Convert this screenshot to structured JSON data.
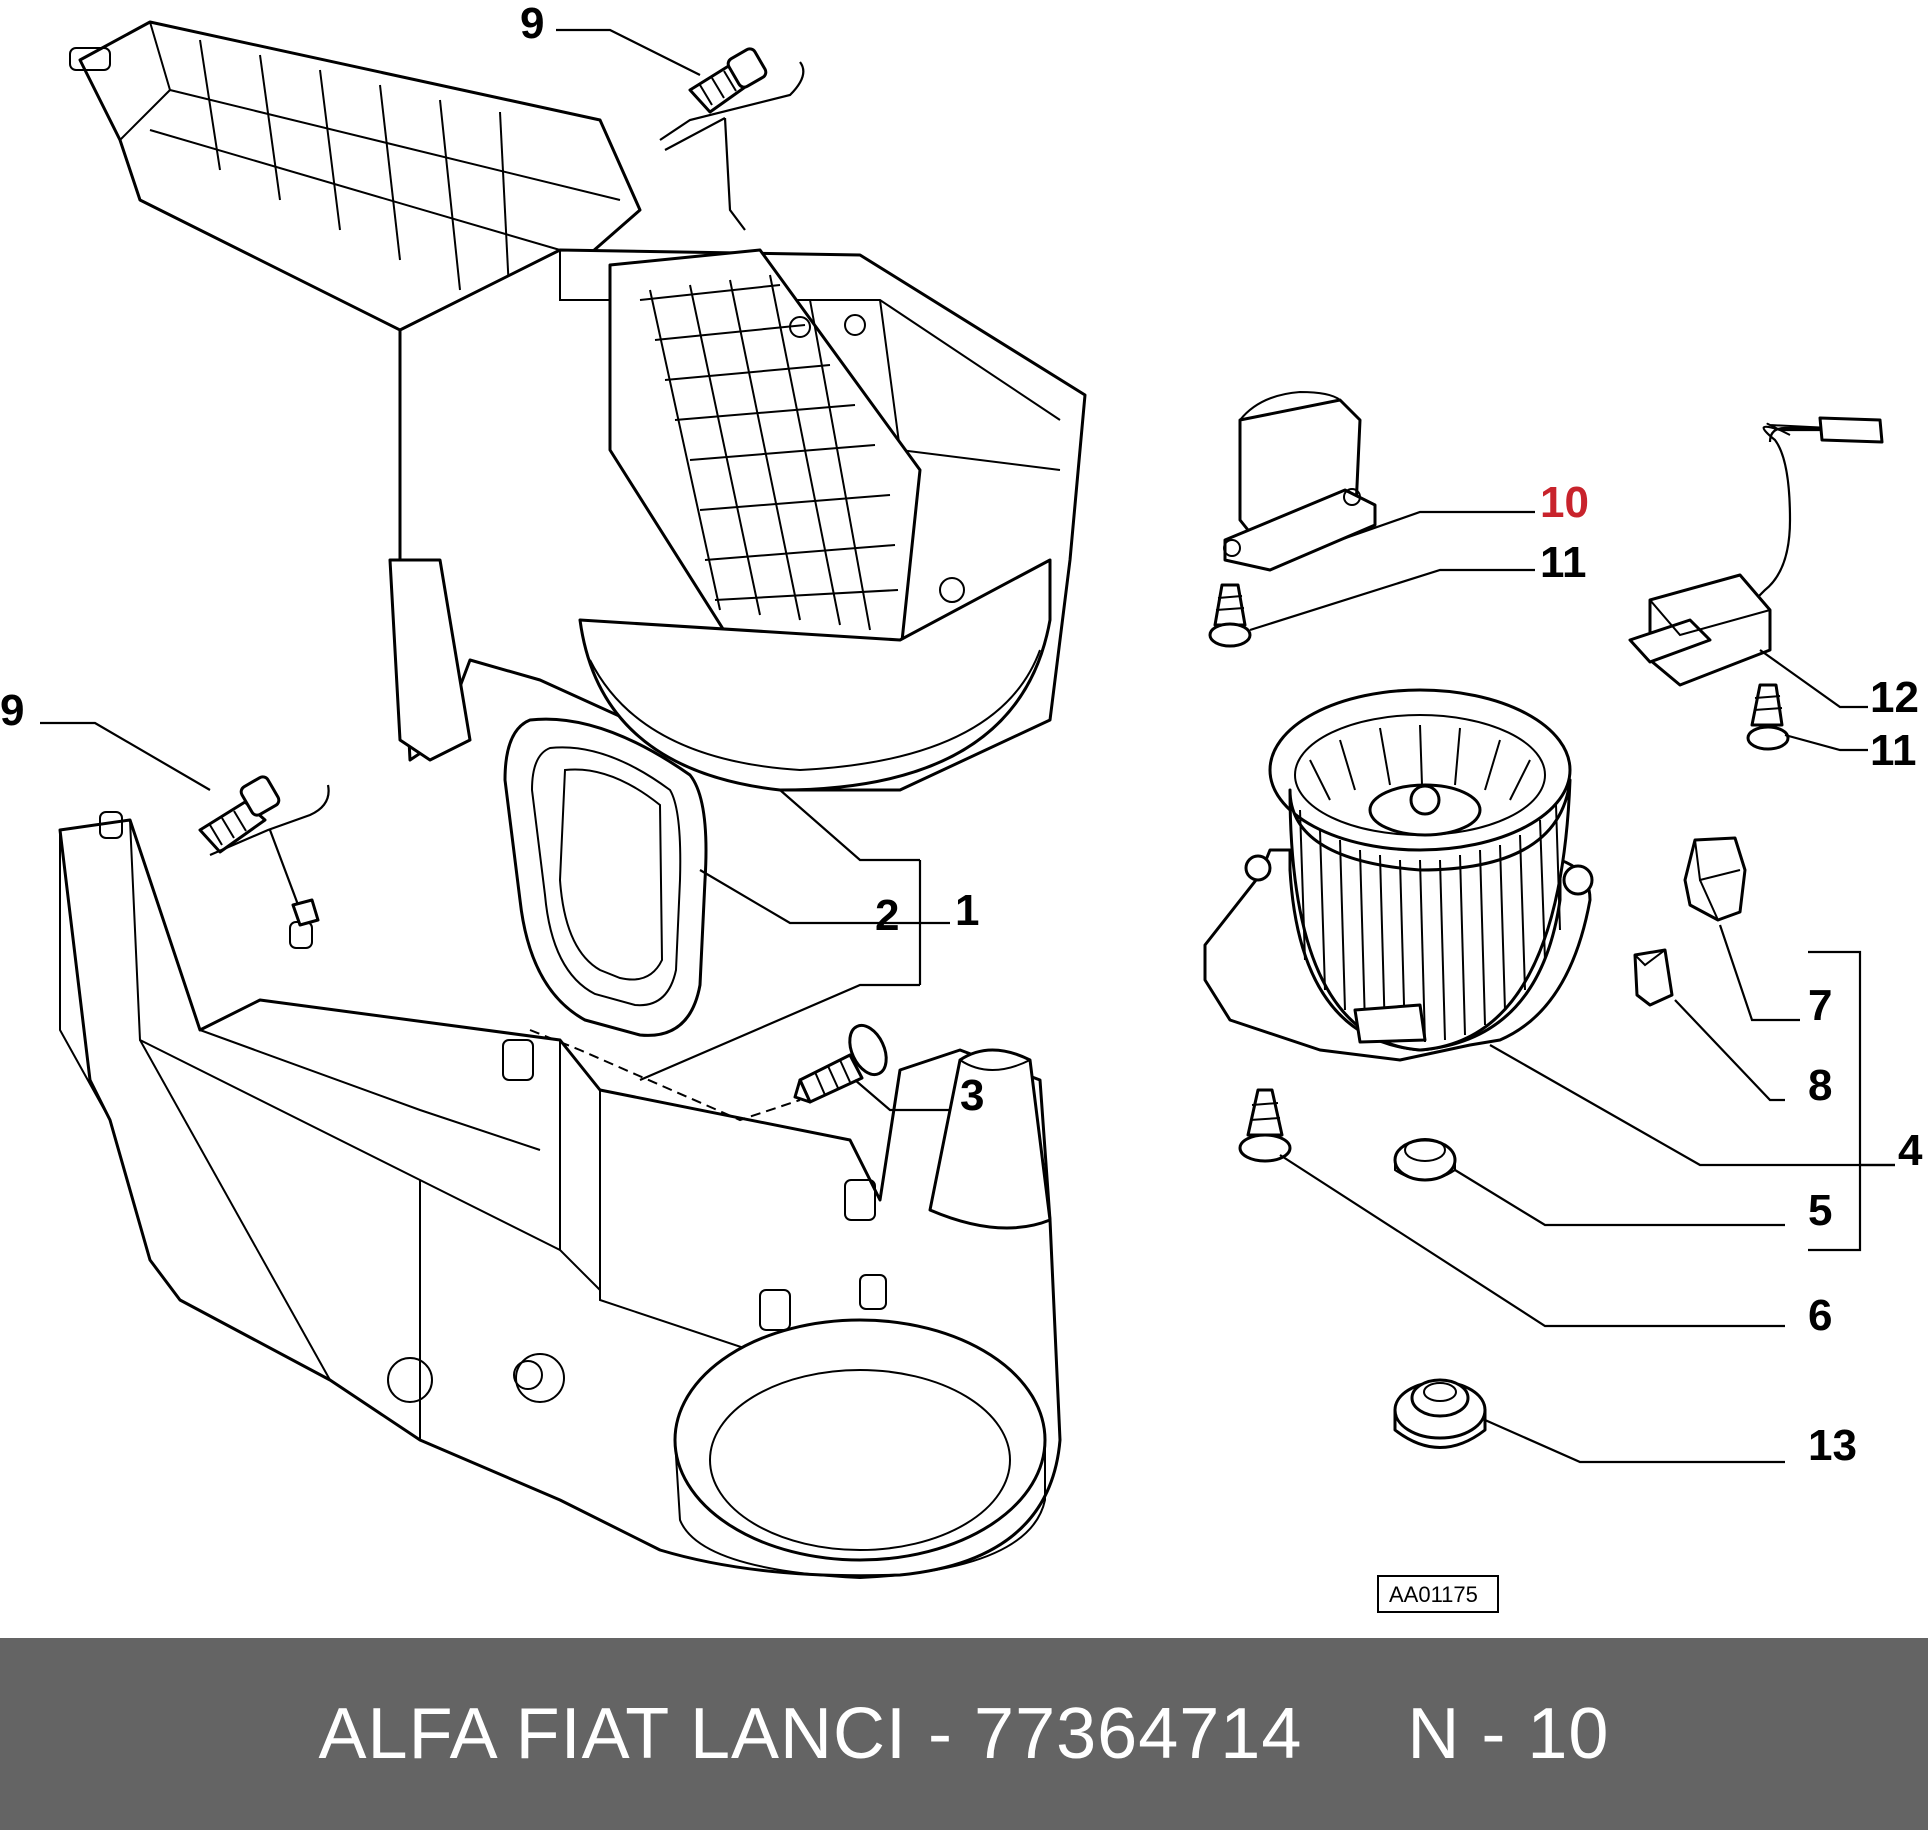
{
  "diagram": {
    "callouts": {
      "c9a": "9",
      "c9b": "9",
      "c10": "10",
      "c11a": "11",
      "c11b": "11",
      "c12": "12",
      "c2": "2",
      "c1": "1",
      "c3": "3",
      "c7": "7",
      "c8": "8",
      "c4": "4",
      "c5": "5",
      "c6": "6",
      "c13": "13"
    },
    "highlight_color": "#c8232c",
    "reference_code": "AA01175"
  },
  "footer": {
    "text": "ALFA FIAT LANCI - 77364714     N - 10",
    "background": "#646464"
  }
}
